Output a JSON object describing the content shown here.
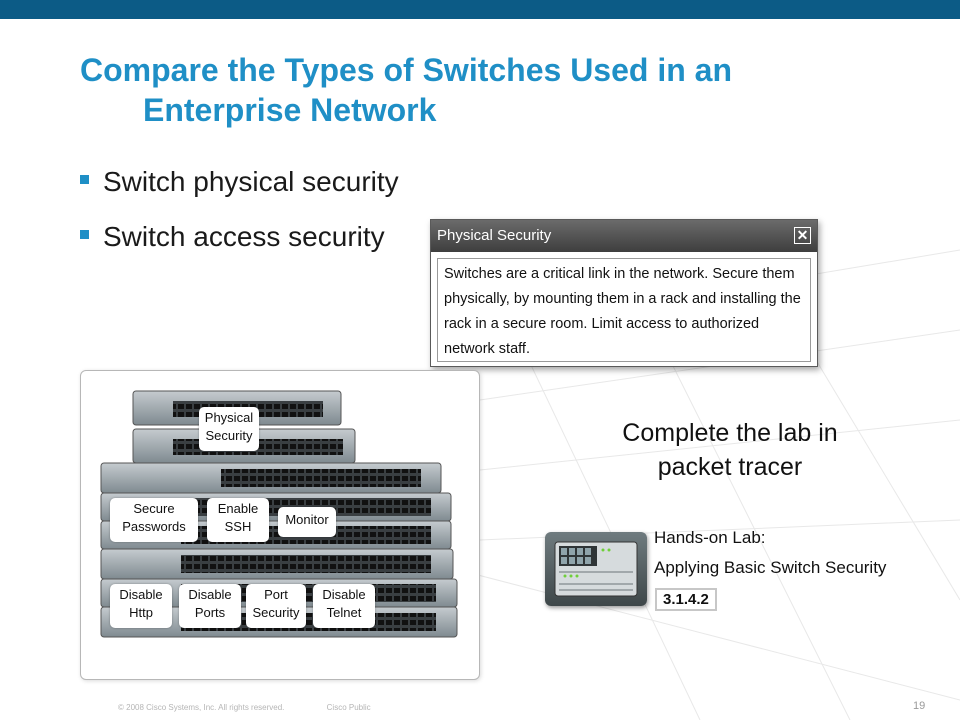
{
  "title": {
    "line1": "Compare the Types of Switches Used in an",
    "line2": "Enterprise Network"
  },
  "bullets": [
    "Switch physical security",
    "Switch access security"
  ],
  "popup": {
    "title": "Physical Security",
    "close": "✕",
    "body": "Switches are a critical link in the network. Secure them physically, by mounting them in a rack and installing the rack in a secure room. Limit access to authorized network staff."
  },
  "switch_labels": {
    "physical_security": "Physical Security",
    "secure_passwords": "Secure Passwords",
    "enable_ssh": "Enable SSH",
    "monitor": "Monitor",
    "disable_http": "Disable Http",
    "disable_ports": "Disable Ports",
    "port_security": "Port Security",
    "disable_telnet": "Disable Telnet"
  },
  "lab_prompt": {
    "line1": "Complete the lab in",
    "line2": "packet tracer"
  },
  "hands_on_lab": {
    "title": "Hands-on Lab:",
    "name": "Applying Basic Switch Security",
    "number": "3.1.4.2"
  },
  "footer": {
    "copyright": "© 2008 Cisco Systems, Inc. All rights reserved.",
    "classification": "Cisco Public",
    "page": "19"
  },
  "colors": {
    "top_bar": "#0c5b86",
    "title": "#1f8fc6",
    "bullet_marker": "#1f8fc6"
  }
}
